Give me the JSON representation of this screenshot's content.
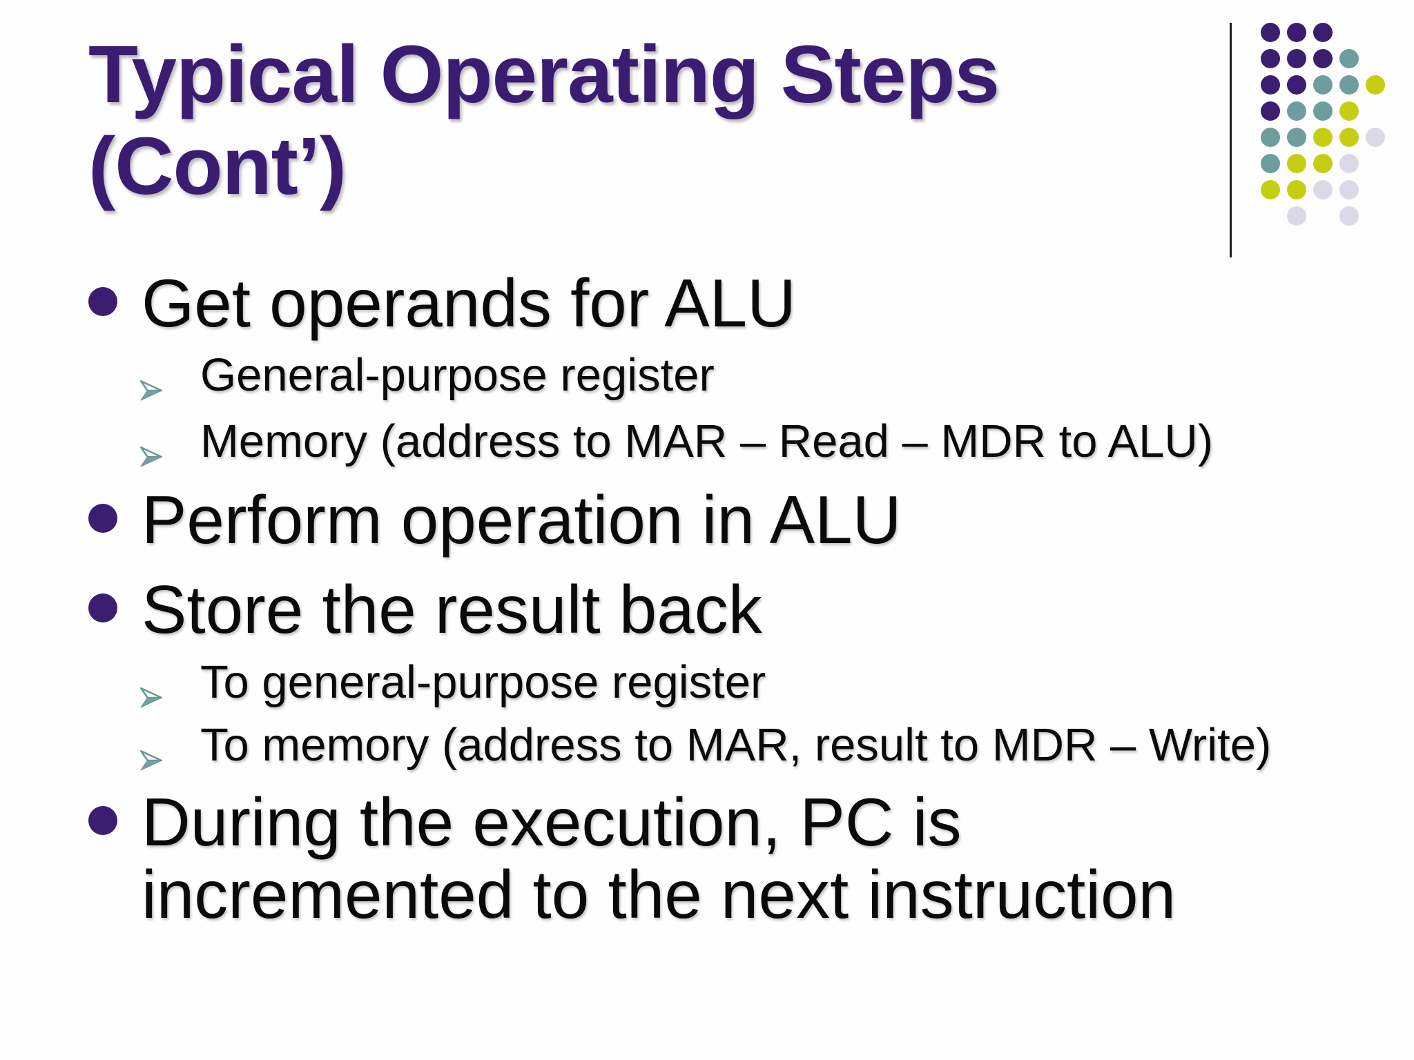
{
  "title": {
    "line1": "Typical Operating Steps",
    "line2": "(Cont’)"
  },
  "bullets": [
    {
      "level": 1,
      "text": "Get operands for ALU"
    },
    {
      "level": 2,
      "text": "General-purpose register"
    },
    {
      "level": 2,
      "text": "Memory (address to MAR – Read – MDR to ALU)"
    },
    {
      "level": 1,
      "text": "Perform operation in ALU"
    },
    {
      "level": 1,
      "text": "Store the result back"
    },
    {
      "level": 2,
      "text": "To general-purpose register"
    },
    {
      "level": 2,
      "text": "To memory (address to MAR, result to MDR – Write)"
    },
    {
      "level": 1,
      "text": "During the execution, PC is incremented to the next instruction"
    }
  ],
  "colors": {
    "title": "#3a1c70",
    "text": "#0a0a0a",
    "bullet_disc": "#3b1e70",
    "arrow_stroke": "#679899",
    "arrow_fill": "#74a2a3",
    "line": "#1a1a1a",
    "dot_purple": "#3b1e70",
    "dot_teal": "#6f9c9d",
    "dot_yellow": "#c6ce14",
    "dot_lavender": "#dbd9e8"
  },
  "decoration": {
    "legend": {
      "P": "dot_purple",
      "T": "dot_teal",
      "Y": "dot_yellow",
      "L": "dot_lavender"
    },
    "rows": [
      "PPP..",
      "PPPT.",
      "PPTTY",
      "PTTY.",
      "TTYYL",
      "TYYL.",
      "YYLL.",
      ".L.L."
    ]
  }
}
